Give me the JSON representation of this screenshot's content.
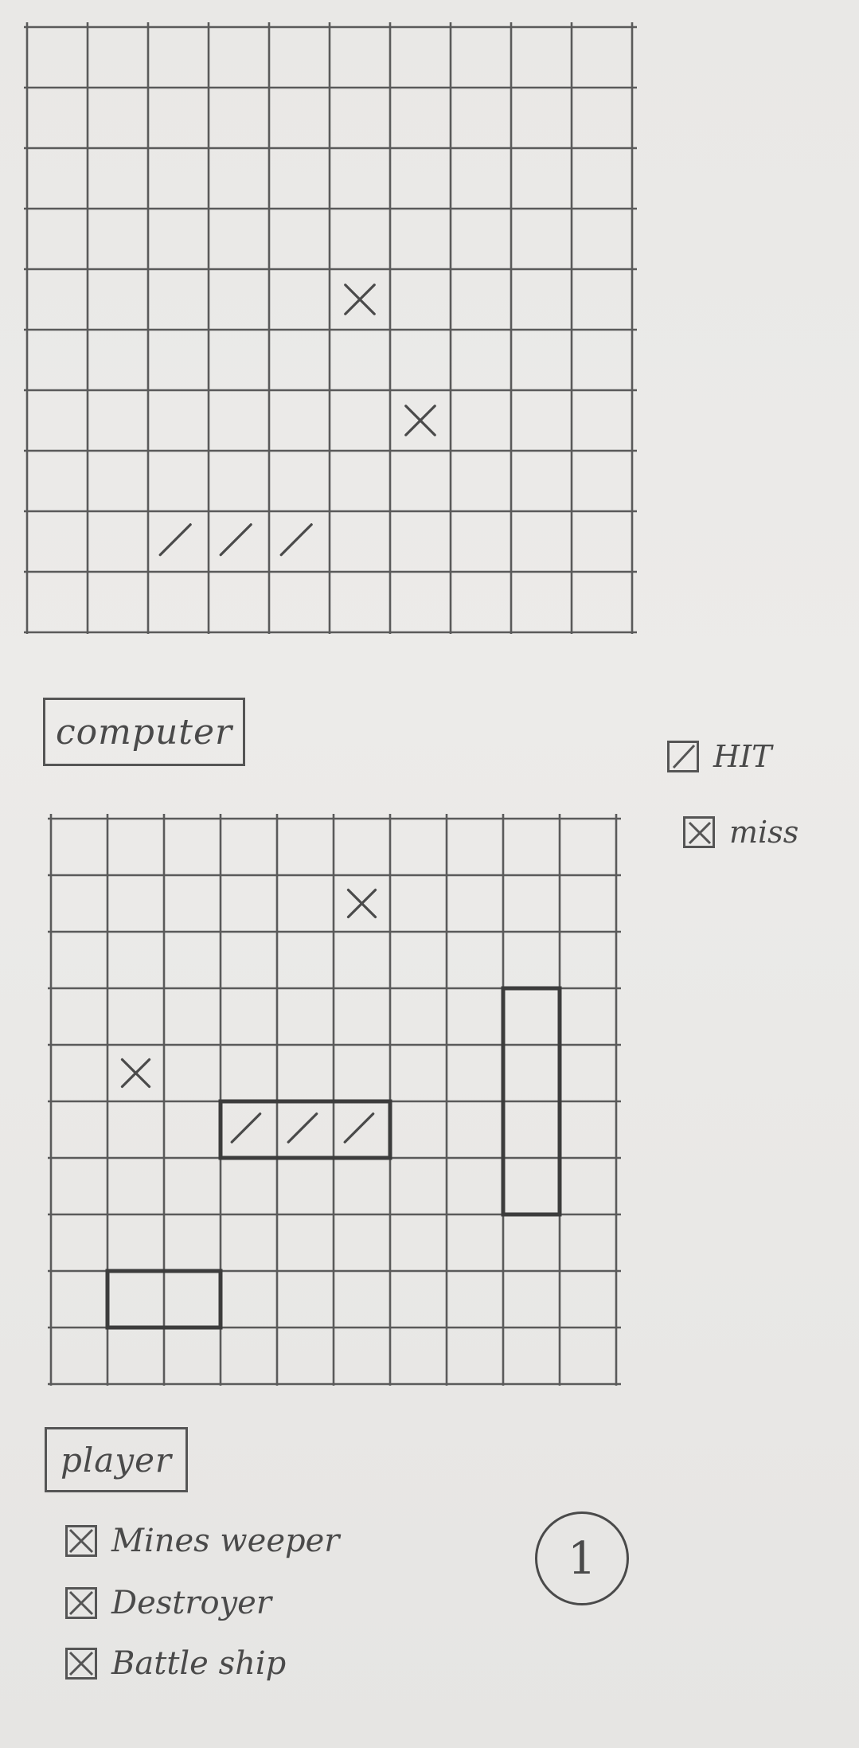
{
  "computer_board": {
    "label": "computer",
    "rows": 10,
    "cols": 10,
    "misses": [
      [
        4,
        5
      ],
      [
        6,
        6
      ]
    ],
    "hits": [
      [
        8,
        2
      ],
      [
        8,
        3
      ],
      [
        8,
        4
      ]
    ]
  },
  "player_board": {
    "label": "player",
    "rows": 10,
    "cols": 10,
    "misses": [
      [
        1,
        5
      ],
      [
        4,
        1
      ]
    ],
    "ships": [
      {
        "name": "Destroyer",
        "row": 5,
        "col": 3,
        "length": 3,
        "orientation": "horizontal",
        "hit_cells": [
          0,
          1,
          2
        ]
      },
      {
        "name": "Battleship",
        "row": 3,
        "col": 8,
        "length": 4,
        "orientation": "vertical",
        "hit_cells": []
      },
      {
        "name": "Minesweeper",
        "row": 8,
        "col": 1,
        "length": 2,
        "orientation": "horizontal",
        "hit_cells": []
      }
    ]
  },
  "legend": {
    "hit_label": "HIT",
    "miss_label": "miss"
  },
  "ship_list": [
    {
      "label": "Mines weeper",
      "checked": true
    },
    {
      "label": "Destroyer",
      "checked": true
    },
    {
      "label": "Battle ship",
      "checked": true
    }
  ],
  "page_number": "1",
  "colors": {
    "paper": "#ebeae8",
    "pencil": "#4a4a4a"
  }
}
